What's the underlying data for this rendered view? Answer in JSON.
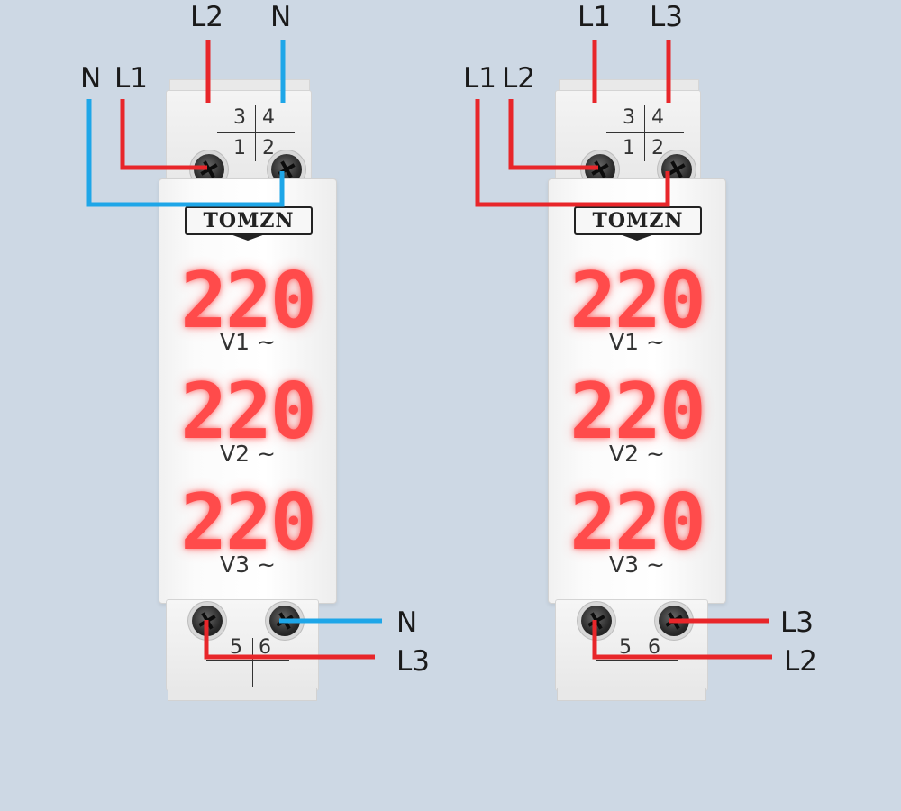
{
  "colors": {
    "line": "#e8262a",
    "neutral": "#1ea6e8",
    "background": "#cdd8e4",
    "display": "#ff4b4b"
  },
  "devices": [
    {
      "brand": "TOMZN",
      "terminals": {
        "t3": "3",
        "t4": "4",
        "t1": "1",
        "t2": "2",
        "t5": "5",
        "t6": "6"
      },
      "readings": [
        {
          "value": "220",
          "label": "V1 ~"
        },
        {
          "value": "220",
          "label": "V2 ~"
        },
        {
          "value": "220",
          "label": "V3 ~"
        }
      ],
      "wire_labels": {
        "top_left_outer": "N",
        "top_left_inner": "L1",
        "top_term3": "L2",
        "top_term4": "N",
        "bottom_upper": "N",
        "bottom_lower": "L3"
      }
    },
    {
      "brand": "TOMZN",
      "terminals": {
        "t3": "3",
        "t4": "4",
        "t1": "1",
        "t2": "2",
        "t5": "5",
        "t6": "6"
      },
      "readings": [
        {
          "value": "220",
          "label": "V1 ~"
        },
        {
          "value": "220",
          "label": "V2 ~"
        },
        {
          "value": "220",
          "label": "V3 ~"
        }
      ],
      "wire_labels": {
        "top_left_outer": "L1",
        "top_left_inner": "L2",
        "top_term3": "L1",
        "top_term4": "L3",
        "bottom_upper": "L3",
        "bottom_lower": "L2"
      }
    }
  ]
}
